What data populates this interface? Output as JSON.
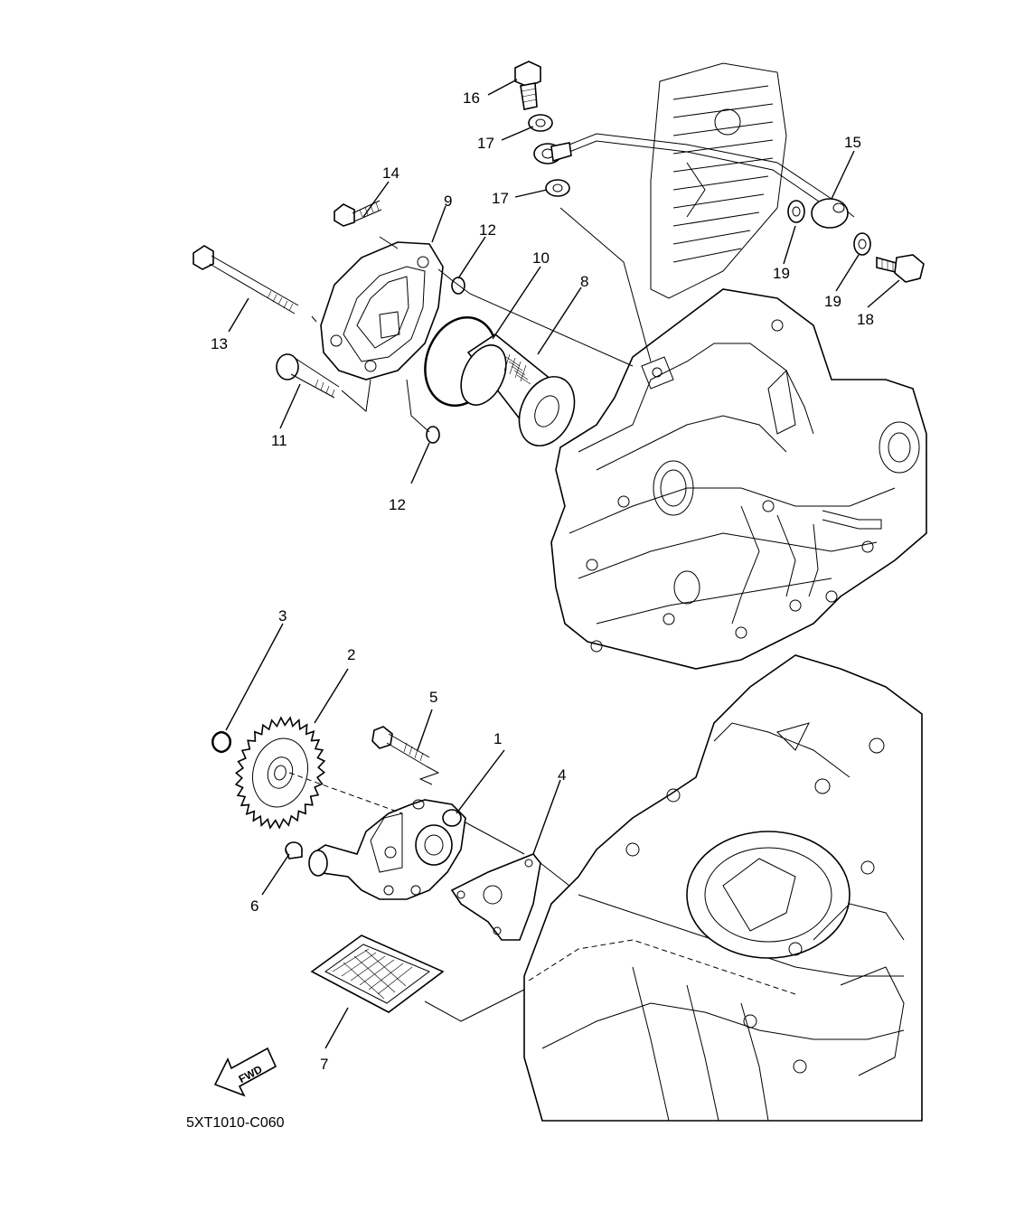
{
  "diagram_code": "5XT1010-C060",
  "fwd_text": "FWD",
  "callouts": [
    {
      "id": "c1",
      "text": "1"
    },
    {
      "id": "c2",
      "text": "2"
    },
    {
      "id": "c3",
      "text": "3"
    },
    {
      "id": "c4",
      "text": "4"
    },
    {
      "id": "c5",
      "text": "5"
    },
    {
      "id": "c6",
      "text": "6"
    },
    {
      "id": "c7",
      "text": "7"
    },
    {
      "id": "c8",
      "text": "8"
    },
    {
      "id": "c9",
      "text": "9"
    },
    {
      "id": "c10",
      "text": "10"
    },
    {
      "id": "c11",
      "text": "11"
    },
    {
      "id": "c12a",
      "text": "12"
    },
    {
      "id": "c12b",
      "text": "12"
    },
    {
      "id": "c13",
      "text": "13"
    },
    {
      "id": "c14",
      "text": "14"
    },
    {
      "id": "c15",
      "text": "15"
    },
    {
      "id": "c16",
      "text": "16"
    },
    {
      "id": "c17a",
      "text": "17"
    },
    {
      "id": "c17b",
      "text": "17"
    },
    {
      "id": "c18",
      "text": "18"
    },
    {
      "id": "c19a",
      "text": "19"
    },
    {
      "id": "c19b",
      "text": "19"
    }
  ]
}
